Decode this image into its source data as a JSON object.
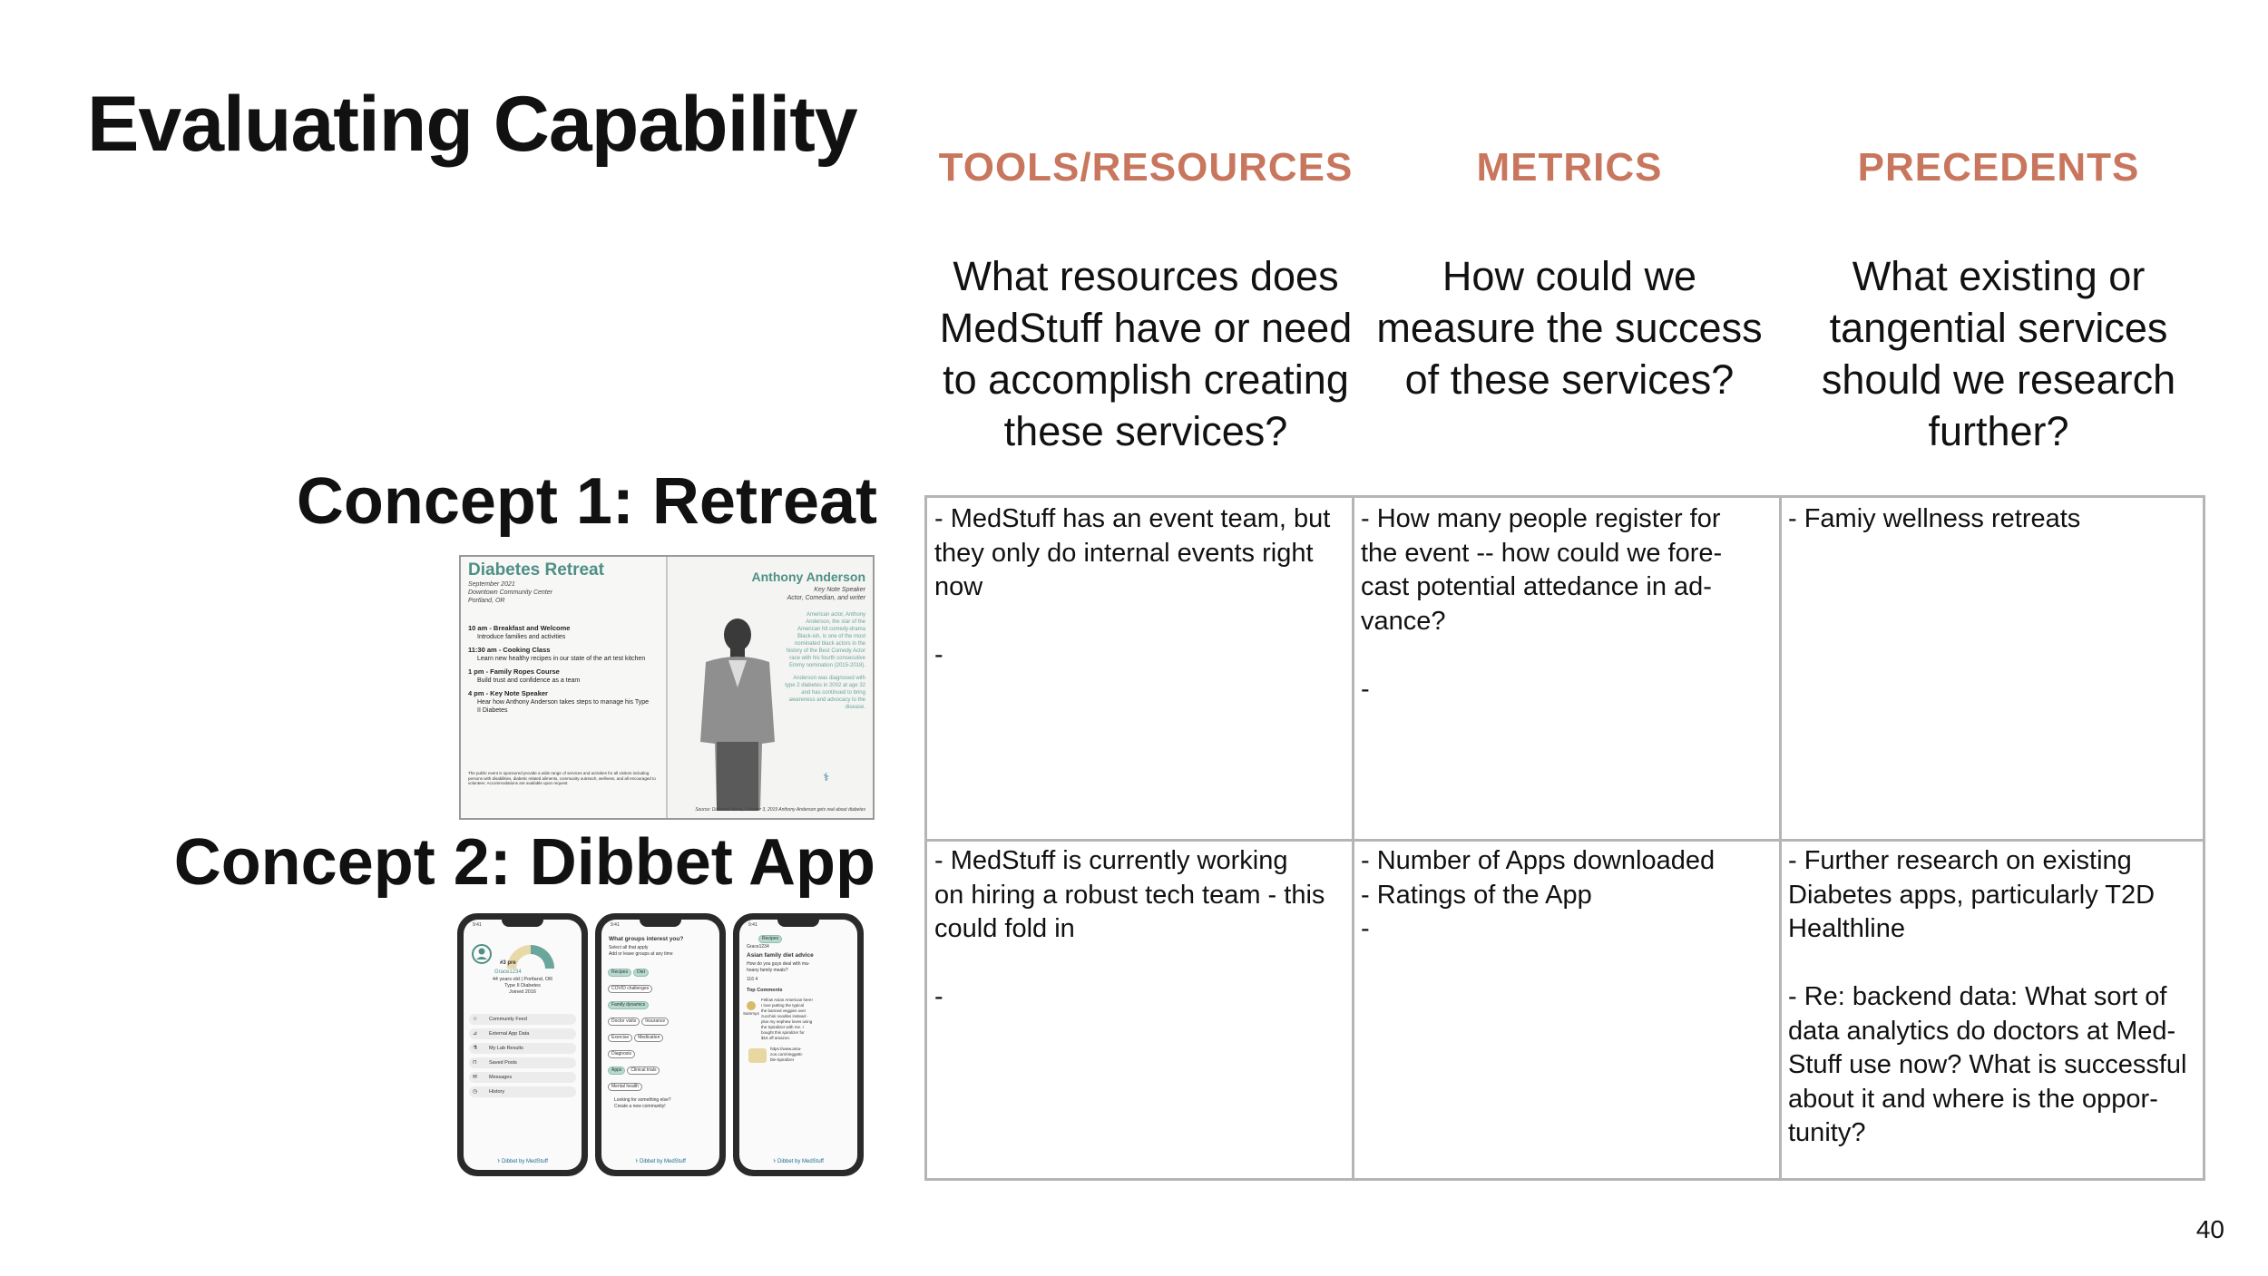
{
  "slide": {
    "title": "Evaluating Capability",
    "page_number": "40"
  },
  "columns": [
    {
      "heading": "TOOLS/RESOURCES",
      "question": "What resources does\nMedStuff have or need\nto accomplish creating\nthese services?"
    },
    {
      "heading": "METRICS",
      "question": "How could we\nmeasure the success\nof these services?"
    },
    {
      "heading": "PRECEDENTS",
      "question": "What existing or\ntangential services\nshould we research\nfurther?"
    }
  ],
  "concepts": [
    {
      "label": "Concept 1: Retreat",
      "cells": [
        "- MedStuff has an event team, but\nthey only do internal events right\nnow\n\n-",
        "- How many people register for\nthe event -- how could we fore-\ncast potential attedance in ad-\nvance?\n\n-",
        " - Famiy wellness retreats"
      ]
    },
    {
      "label": "Concept 2: Dibbet App",
      "cells": [
        "- MedStuff is currently working\non hiring a robust tech team - this\ncould fold in\n\n-",
        "- Number of Apps downloaded\n- Ratings of the App\n-",
        "- Further research on existing\nDiabetes apps, particularly T2D\nHealthline\n\n- Re: backend data: What sort of\ndata analytics do doctors at Med-\nStuff use now? What is successful\nabout it and where is the oppor-\ntunity?"
      ]
    }
  ],
  "poster": {
    "title": "Diabetes Retreat",
    "date": "September 2021",
    "venue": "Downtown Community Center",
    "city": "Portland, OR",
    "schedule": [
      {
        "time": "10 am - Breakfast and Welcome",
        "desc": "Introduce families and activities"
      },
      {
        "time": "11:30 am - Cooking Class",
        "desc": "Learn new healthy recipes in our state of the art test kitchen"
      },
      {
        "time": "1 pm - Family Ropes Course",
        "desc": "Build trust and confidence as a team"
      },
      {
        "time": "4 pm - Key Note Speaker",
        "desc": "Hear how Anthony Anderson takes steps to manage his Type II Diabetes"
      }
    ],
    "fine_print": "The public event is sponsored provide a wide range of services and activities for all visitors including persons with disabilities, diabetic related ailments, community outreach, wellness, and all encouraged to volunteer. Accommodations are available upon request.",
    "speaker_name": "Anthony Anderson",
    "speaker_role_1": "Key Note Speaker",
    "speaker_role_2": "Actor, Comedian, and writer",
    "bio_1": "American actor, Anthony Anderson, the star of the American hit comedy-drama Black-ish, is one of the most nominated black actors in the history of the Best Comedy Actor race with his fourth consecutive Emmy nomination (2015-2018).",
    "bio_2": "Anderson was diagnosed with type 2 diabetes in 2002 at age 32 and has continued to bring awareness and advocacy to the disease.",
    "source": "Source: Diabetes News, October 3, 2019 Anthony Anderson gets real about diabetes"
  },
  "phones": [
    {
      "time": "9:41",
      "rank": "#3 pre",
      "user": "Grace1234",
      "profile": "44 years old | Portland, OR\nType II Diabetes\nJoined 2016",
      "menu": [
        "Community Feed",
        "External App Data",
        "My Lab Results",
        "Saved Posts",
        "Messages",
        "History"
      ],
      "footer": "Dibbet by MedStuff"
    },
    {
      "time": "9:41",
      "heading": "What groups interest you?",
      "sub": "Select all that apply\nAdd or leave groups at any time",
      "chips": [
        "Recipes",
        "Diet",
        "COVID challenges",
        "Family dynamics",
        "Doctor visits",
        "Insurance",
        "Exercise",
        "Medication",
        "Diagnosis",
        "Apps",
        "Clinical trials",
        "Mental health"
      ],
      "cta": "Looking for something else?\nCreate a new community!",
      "footer": "Dibbet by MedStuff"
    },
    {
      "time": "9:41",
      "tag": "Recipes",
      "user": "Grace1234",
      "post_title": "Asian family diet advice",
      "post_body": "How do you guys deal with ma-\nhoany family meals?",
      "stats": "116   4",
      "comments_label": "Top Comments",
      "comment": "Fellow Asian American here!\nI love putting the typical\nthe banned veggies over\nzucchini noodles instead -\nplus my nephew loves using\nthe Spiralizer with me. I\nbought this spiralizer for\n$16 off amazon.",
      "link": "https://www.ama-\nzon.com/Veggetti-\nble-Spiralizer",
      "commenter": "Sammy4",
      "footer": "Dibbet by MedStuff"
    }
  ]
}
